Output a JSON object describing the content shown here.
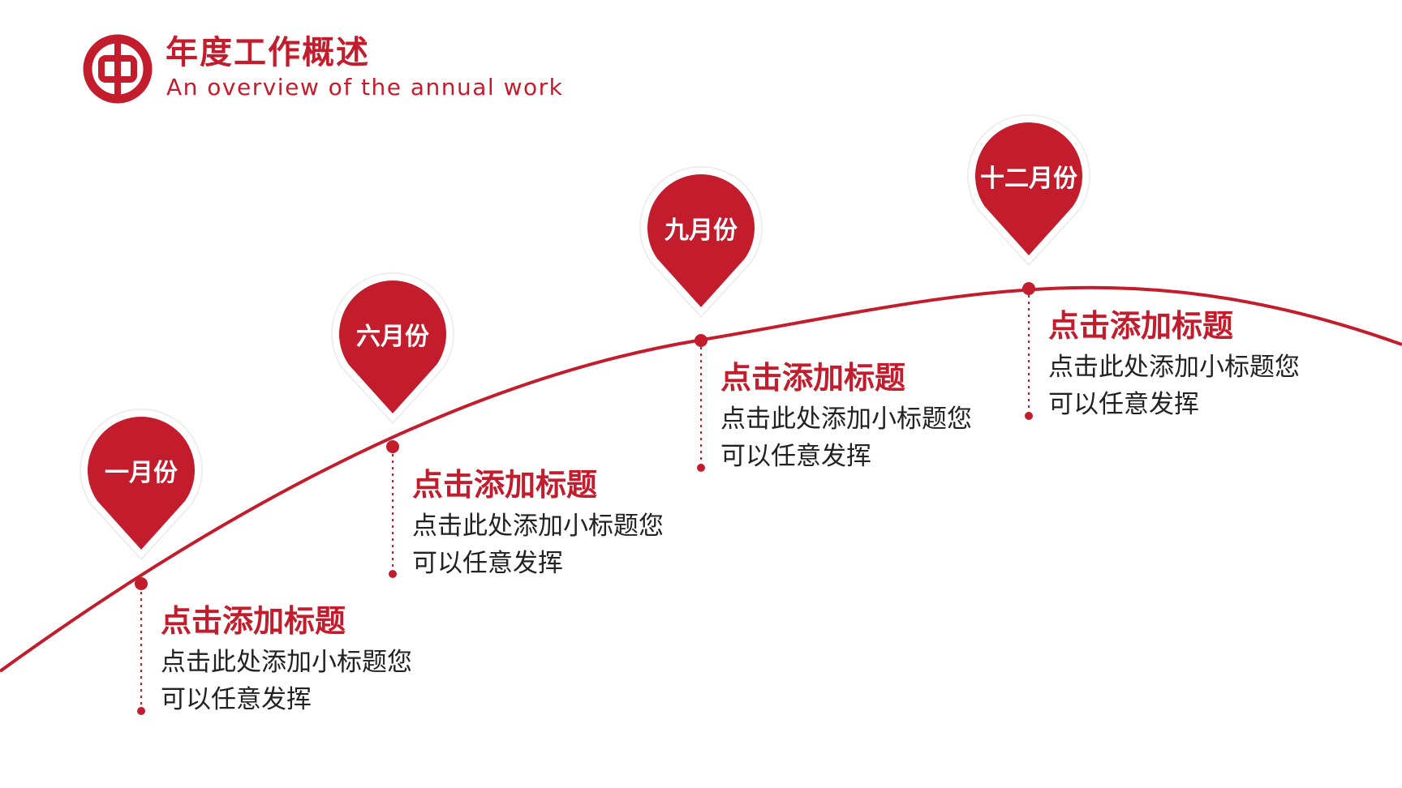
{
  "header": {
    "title": "年度工作概述",
    "subtitle": "An overview of the annual work",
    "logo_icon": "bank-of-china-logo-icon"
  },
  "colors": {
    "accent": "#c31d2d",
    "text": "#222222",
    "background": "#ffffff"
  },
  "milestones": [
    {
      "month": "一月份",
      "title": "点击添加标题",
      "desc_line1": "点击此处添加小标题您",
      "desc_line2": "可以任意发挥"
    },
    {
      "month": "六月份",
      "title": "点击添加标题",
      "desc_line1": "点击此处添加小标题您",
      "desc_line2": "可以任意发挥"
    },
    {
      "month": "九月份",
      "title": "点击添加标题",
      "desc_line1": "点击此处添加小标题您",
      "desc_line2": "可以任意发挥"
    },
    {
      "month": "十二月份",
      "title": "点击添加标题",
      "desc_line1": "点击此处添加小标题您",
      "desc_line2": "可以任意发挥"
    }
  ]
}
